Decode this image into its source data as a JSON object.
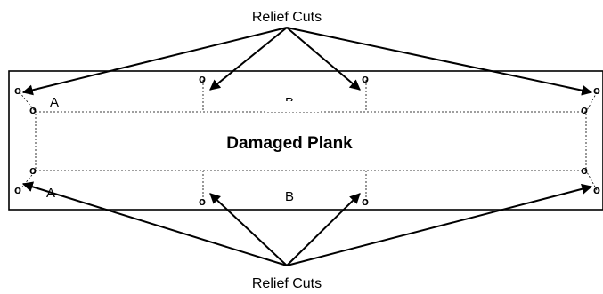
{
  "top_caption": "Relief Cuts",
  "bottom_caption": "Relief Cuts",
  "plank_label": "Damaged Plank",
  "letters": {
    "top_left": "A",
    "top_middle": "B",
    "bottom_left": "A",
    "bottom_middle": "B"
  },
  "hole_glyph": "o"
}
